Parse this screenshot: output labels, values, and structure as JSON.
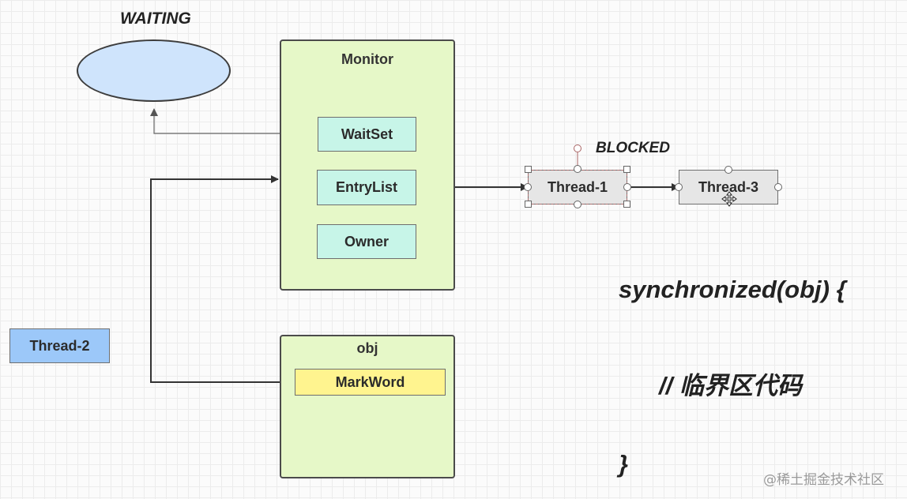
{
  "waiting": {
    "label": "WAITING"
  },
  "blocked": {
    "label": "BLOCKED"
  },
  "monitor": {
    "title": "Monitor",
    "wait_set": "WaitSet",
    "entry_list": "EntryList",
    "owner": "Owner"
  },
  "obj": {
    "title": "obj",
    "mark_word": "MarkWord"
  },
  "threads": {
    "thread_1": "Thread-1",
    "thread_2": "Thread-2",
    "thread_3": "Thread-3"
  },
  "code": {
    "line1": "synchronized(obj) {",
    "line2": "// 临界区代码",
    "line3": "}"
  },
  "watermark": "@稀土掘金技术社区",
  "colors": {
    "container_fill": "#e6f8c8",
    "teal_box": "#c7f5e8",
    "mark_word": "#fff48f",
    "thread_2": "#9cc8f9",
    "waiting_ellipse": "#cfe4fc",
    "thread_box": "#e6e6e6"
  }
}
